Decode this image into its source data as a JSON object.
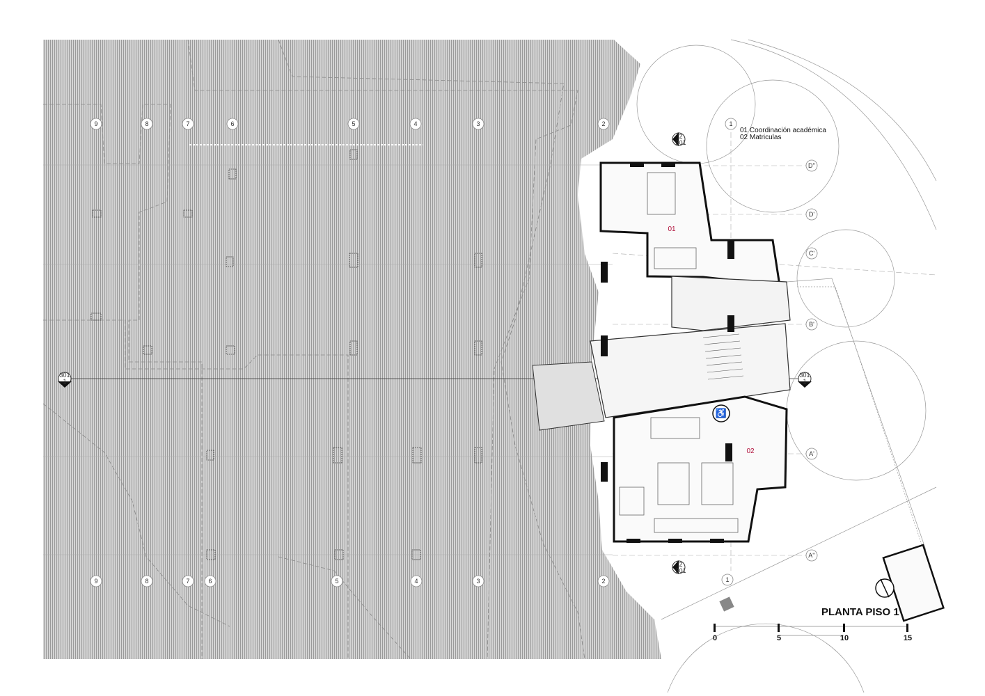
{
  "title": "PLANTA PISO 1",
  "legend": [
    "01 Coordinación académica",
    "02 Matriculas"
  ],
  "rooms": [
    "01",
    "02"
  ],
  "grid_top": [
    "9",
    "8",
    "7",
    "6",
    "5",
    "4",
    "3",
    "2",
    "1"
  ],
  "grid_bottom": [
    "9",
    "8",
    "7",
    "6",
    "5",
    "4",
    "3",
    "2",
    "1"
  ],
  "grid_letters": [
    "D''",
    "D'",
    "C'",
    "B'",
    "A'",
    "A''"
  ],
  "section_marks": {
    "top": "2",
    "bottom": "2",
    "left": "1",
    "right": "1",
    "sheet": "301"
  },
  "scale": {
    "ticks": [
      "0",
      "5",
      "10",
      "15"
    ]
  },
  "colors": {
    "hatch": "#c8c8c8",
    "walls": "#111111",
    "room_label": "#b0103a"
  }
}
